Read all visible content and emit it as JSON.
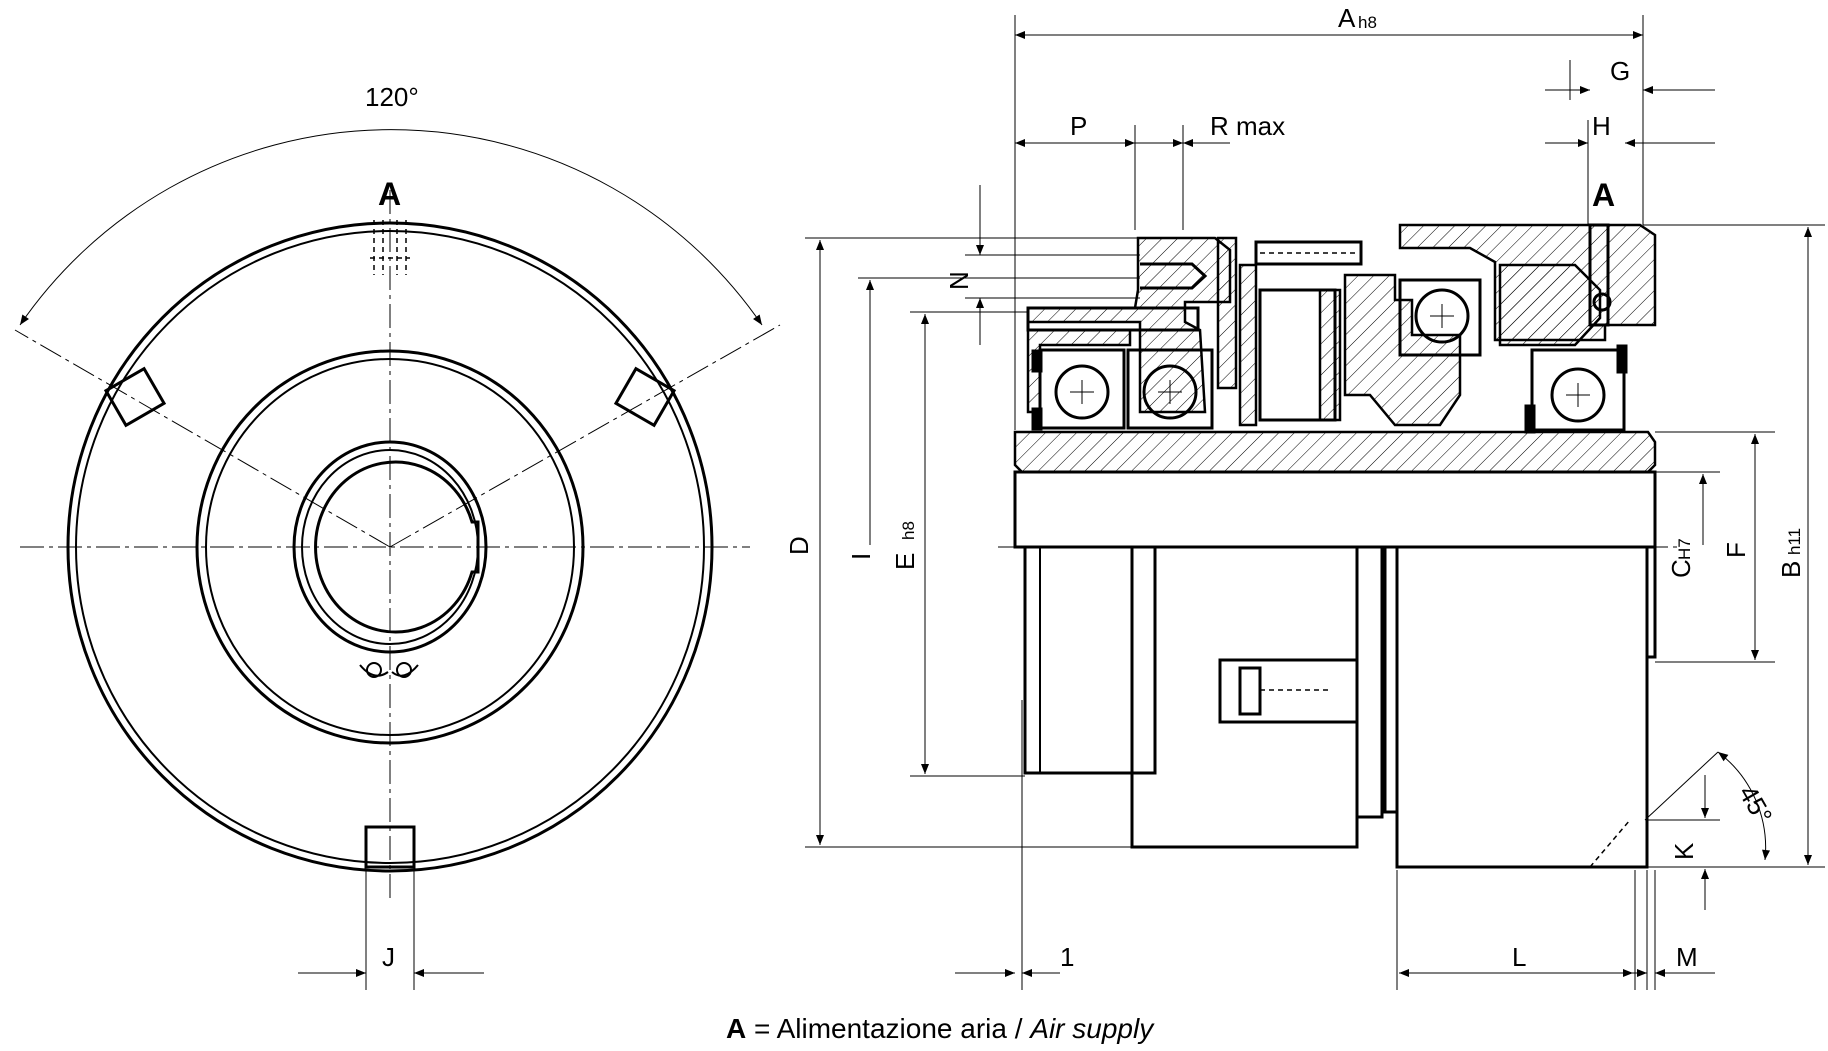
{
  "labels": {
    "angle_120": "120°",
    "air_a_left": "A",
    "air_a_right": "A",
    "dim_a": "A",
    "dim_a_sub": "h8",
    "dim_g": "G",
    "dim_h": "H",
    "dim_p": "P",
    "dim_r": "R max",
    "dim_n": "N",
    "dim_d": "D",
    "dim_i": "I",
    "dim_e": "E",
    "dim_e_sub": "h8",
    "dim_c": "C",
    "dim_c_sub": "H7",
    "dim_f": "F",
    "dim_b": "B",
    "dim_b_sub": "h11",
    "dim_k": "K",
    "angle_45": "45°",
    "dim_j": "J",
    "dim_1": "1",
    "dim_l": "L",
    "dim_m": "M"
  },
  "caption": {
    "key": "A",
    "equals": " = Alimentazione aria / ",
    "english": "Air supply"
  }
}
